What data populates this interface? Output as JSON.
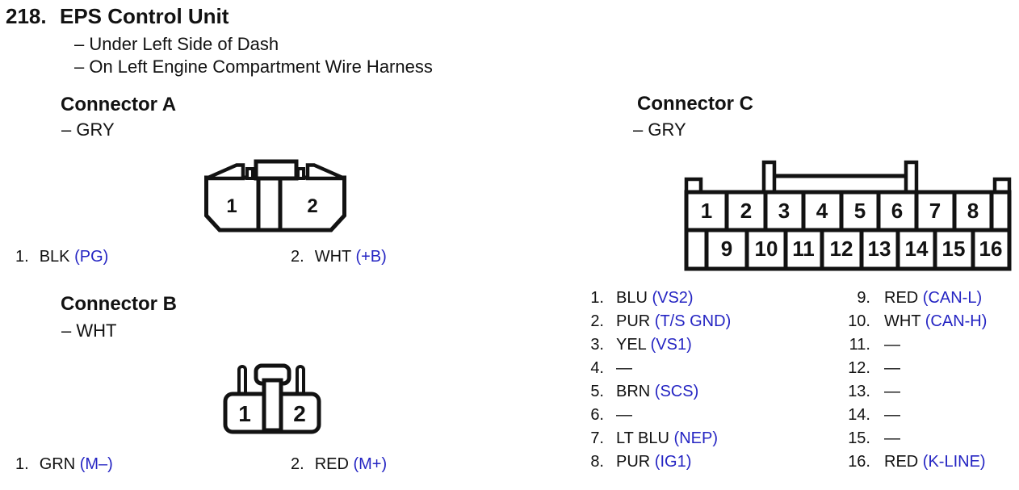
{
  "header": {
    "item_number": "218.",
    "title": "EPS Control Unit",
    "locations": [
      "– Under Left Side of Dash",
      "– On Left Engine Compartment Wire Harness"
    ]
  },
  "connector_a": {
    "title": "Connector A",
    "housing_color": "– GRY",
    "diagram_pins": [
      "1",
      "2"
    ],
    "pins": [
      {
        "num": "1.",
        "wire": "BLK",
        "signal": "(PG)"
      },
      {
        "num": "2.",
        "wire": "WHT",
        "signal": "(+B)"
      }
    ]
  },
  "connector_b": {
    "title": "Connector B",
    "housing_color": "– WHT",
    "diagram_pins": [
      "1",
      "2"
    ],
    "pins": [
      {
        "num": "1.",
        "wire": "GRN",
        "signal": "(M–)"
      },
      {
        "num": "2.",
        "wire": "RED",
        "signal": "(M+)"
      }
    ]
  },
  "connector_c": {
    "title": "Connector C",
    "housing_color": "– GRY",
    "diagram_pins_top": [
      "1",
      "2",
      "3",
      "4",
      "5",
      "6",
      "7",
      "8"
    ],
    "diagram_pins_bottom": [
      "9",
      "10",
      "11",
      "12",
      "13",
      "14",
      "15",
      "16"
    ],
    "pins_left": [
      {
        "num": "1.",
        "wire": "BLU",
        "signal": "(VS2)"
      },
      {
        "num": "2.",
        "wire": "PUR",
        "signal": "(T/S GND)"
      },
      {
        "num": "3.",
        "wire": "YEL",
        "signal": "(VS1)"
      },
      {
        "num": "4.",
        "wire": "—",
        "signal": ""
      },
      {
        "num": "5.",
        "wire": "BRN",
        "signal": "(SCS)"
      },
      {
        "num": "6.",
        "wire": "—",
        "signal": ""
      },
      {
        "num": "7.",
        "wire": "LT BLU",
        "signal": "(NEP)"
      },
      {
        "num": "8.",
        "wire": "PUR",
        "signal": "(IG1)"
      }
    ],
    "pins_right": [
      {
        "num": "9.",
        "wire": "RED",
        "signal": "(CAN-L)"
      },
      {
        "num": "10.",
        "wire": "WHT",
        "signal": "(CAN-H)"
      },
      {
        "num": "11.",
        "wire": "—",
        "signal": ""
      },
      {
        "num": "12.",
        "wire": "—",
        "signal": ""
      },
      {
        "num": "13.",
        "wire": "—",
        "signal": ""
      },
      {
        "num": "14.",
        "wire": "—",
        "signal": ""
      },
      {
        "num": "15.",
        "wire": "—",
        "signal": ""
      },
      {
        "num": "16.",
        "wire": "RED",
        "signal": "(K-LINE)"
      }
    ]
  },
  "colors": {
    "ink": "#121212",
    "signal_blue": "#2525c3",
    "background": "#ffffff"
  }
}
